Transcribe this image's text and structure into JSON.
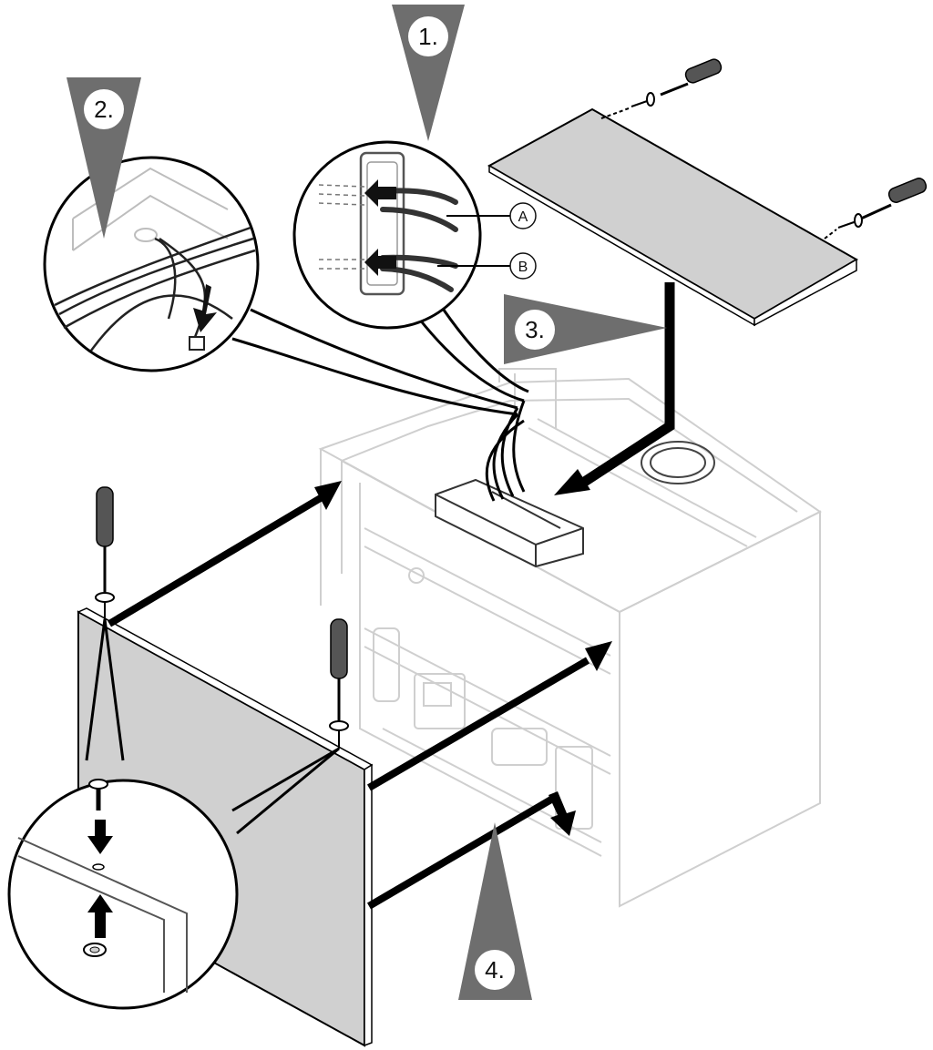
{
  "steps": [
    {
      "label": "1."
    },
    {
      "label": "2."
    },
    {
      "label": "3."
    },
    {
      "label": "4."
    }
  ],
  "callouts": [
    {
      "label": "A"
    },
    {
      "label": "B"
    }
  ],
  "colors": {
    "step_marker": "#6e6e6e",
    "panel_fill": "#d0d0d0",
    "appliance_line": "#cfcfcf",
    "ink": "#111111",
    "background": "#ffffff"
  },
  "icons": [
    "screwdriver-icon",
    "screw-icon",
    "arrow-icon",
    "cable-icon",
    "connector-plug-icon",
    "grommet-icon"
  ]
}
